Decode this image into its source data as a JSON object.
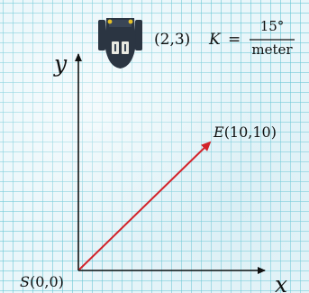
{
  "robot": {
    "position_label": "(2,3)",
    "gain_symbol": "K",
    "equals": "=",
    "gain_numerator": "15°",
    "gain_denominator": "meter"
  },
  "axes": {
    "y_label": "y",
    "x_label": "x"
  },
  "points": {
    "start_prefix": "S",
    "start_coords": "(0,0)",
    "end_prefix": "E",
    "end_coords": "(10,10)"
  },
  "colors": {
    "grid": "#5fc3d2",
    "background": "#e9f6fa",
    "vector": "#d2232a",
    "axes": "#111111",
    "robot_body": "#2b3542",
    "robot_accent": "#e6c229"
  },
  "icons": {
    "robot": "robot-topview-icon"
  }
}
